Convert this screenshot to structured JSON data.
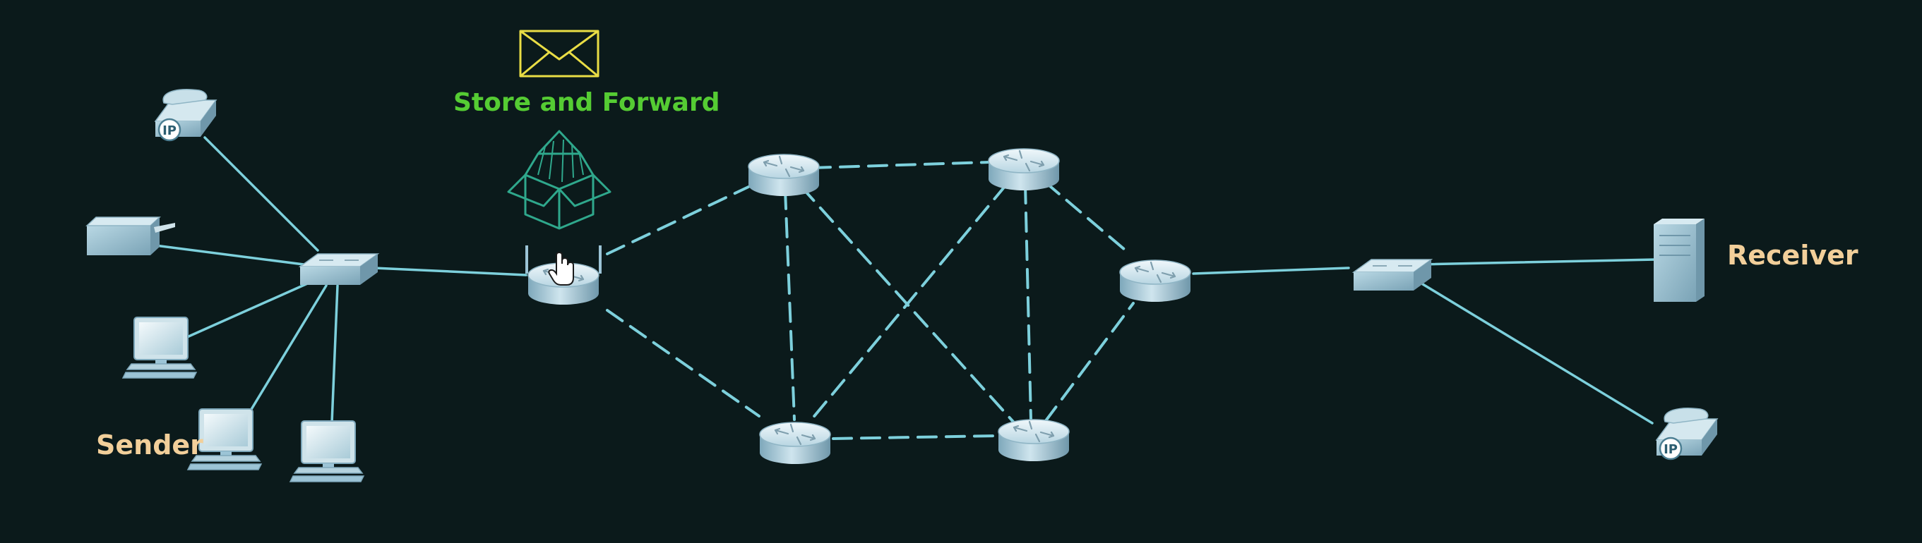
{
  "diagram": {
    "annotation": "Store and Forward",
    "sender_label": "Sender",
    "receiver_label": "Receiver",
    "ip_phone_label": "IP"
  },
  "colors": {
    "background": "#0b1a1b",
    "link": "#7dd0dc",
    "device_body": "#9cc4d6",
    "device_top": "#d9ecf3",
    "annotation_text": "#55cc33",
    "envelope": "#e9dd45",
    "box": "#2fa88c",
    "host_labels": "#f2cf9a"
  },
  "icons": [
    "ip-phone-icon",
    "printer-icon",
    "switch-icon",
    "computer-icon",
    "router-icon",
    "server-icon",
    "envelope-icon",
    "open-box-icon",
    "hand-cursor-icon"
  ]
}
